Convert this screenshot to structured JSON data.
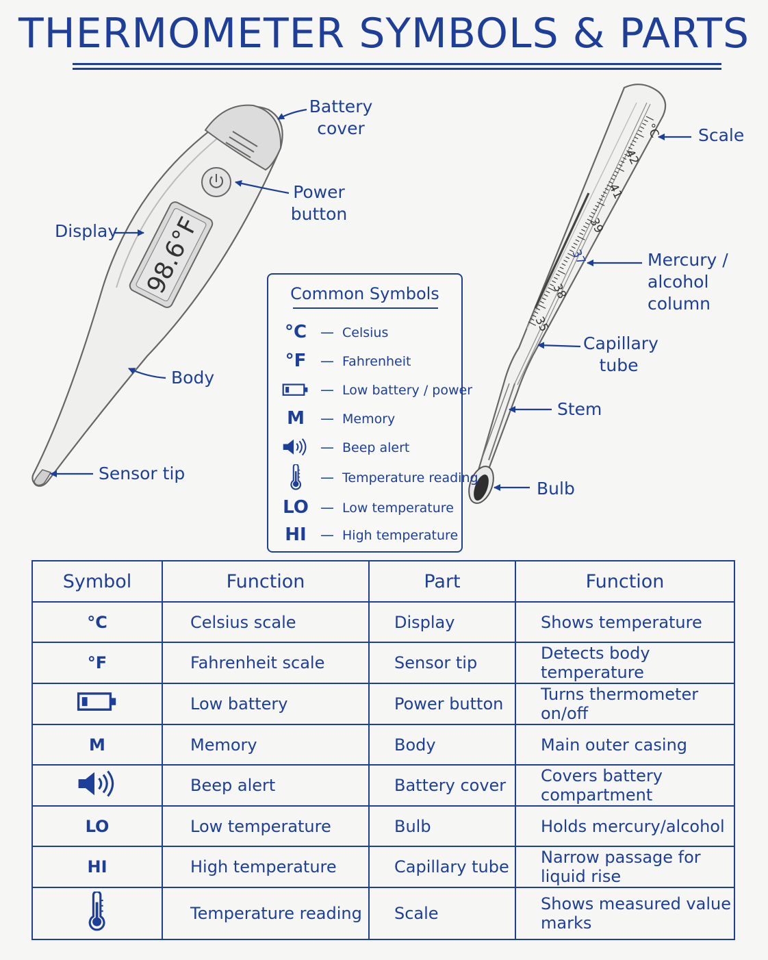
{
  "title": "THERMOMETER SYMBOLS & PARTS",
  "labels": {
    "battery_cover": [
      "Battery",
      "cover"
    ],
    "power_button": [
      "Power",
      "button"
    ],
    "display": "Display",
    "body": "Body",
    "sensor_tip": "Sensor tip",
    "scale": "Scale",
    "mercury_column": [
      "Mercury /",
      "alcohol column"
    ],
    "capillary_tube": [
      "Capillary",
      "tube"
    ],
    "stem": "Stem",
    "bulb": "Bulb"
  },
  "digital_display": "98.6°F",
  "scale_unit": "°C",
  "scale_numbers": [
    "42",
    "41",
    "39",
    "37",
    "38",
    "35"
  ],
  "legend": {
    "title": "Common Symbols",
    "items": [
      {
        "symbol": "°C",
        "icon": "",
        "label": "Celsius"
      },
      {
        "symbol": "°F",
        "icon": "",
        "label": "Fahrenheit"
      },
      {
        "symbol": "",
        "icon": "low-battery-icon",
        "label": "Low battery / power"
      },
      {
        "symbol": "M",
        "icon": "",
        "label": "Memory"
      },
      {
        "symbol": "",
        "icon": "speaker-icon",
        "label": "Beep alert"
      },
      {
        "symbol": "",
        "icon": "thermometer-icon",
        "label": "Temperature reading"
      },
      {
        "symbol": "LO",
        "icon": "",
        "label": "Low temperature"
      },
      {
        "symbol": "HI",
        "icon": "",
        "label": "High temperature"
      }
    ]
  },
  "table": {
    "headers": [
      "Symbol",
      "Function",
      "Part",
      "Function"
    ],
    "rows": [
      {
        "symbol": "°C",
        "icon": "",
        "function": "Celsius scale",
        "part": "Display",
        "part_function": "Shows temperature"
      },
      {
        "symbol": "°F",
        "icon": "",
        "function": "Fahrenheit scale",
        "part": "Sensor tip",
        "part_function": "Detects body temperature"
      },
      {
        "symbol": "",
        "icon": "low-battery-icon",
        "function": "Low battery",
        "part": "Power button",
        "part_function": "Turns thermometer on/off"
      },
      {
        "symbol": "M",
        "icon": "",
        "function": "Memory",
        "part": "Body",
        "part_function": "Main outer casing"
      },
      {
        "symbol": "",
        "icon": "speaker-icon",
        "function": "Beep alert",
        "part": "Battery cover",
        "part_function": "Covers battery compartment"
      },
      {
        "symbol": "LO",
        "icon": "",
        "function": "Low temperature",
        "part": "Bulb",
        "part_function": "Holds mercury/alcohol"
      },
      {
        "symbol": "HI",
        "icon": "",
        "function": "High temperature",
        "part": "Capillary tube",
        "part_function": "Narrow passage for liquid rise"
      },
      {
        "symbol": "",
        "icon": "thermometer-icon",
        "function": "Temperature reading",
        "part": "Scale",
        "part_function": "Shows measured value marks"
      }
    ]
  },
  "colors": {
    "ink": "#1d3f9a",
    "paper": "#f6f6f4",
    "pencil": "#6b6b6b"
  }
}
